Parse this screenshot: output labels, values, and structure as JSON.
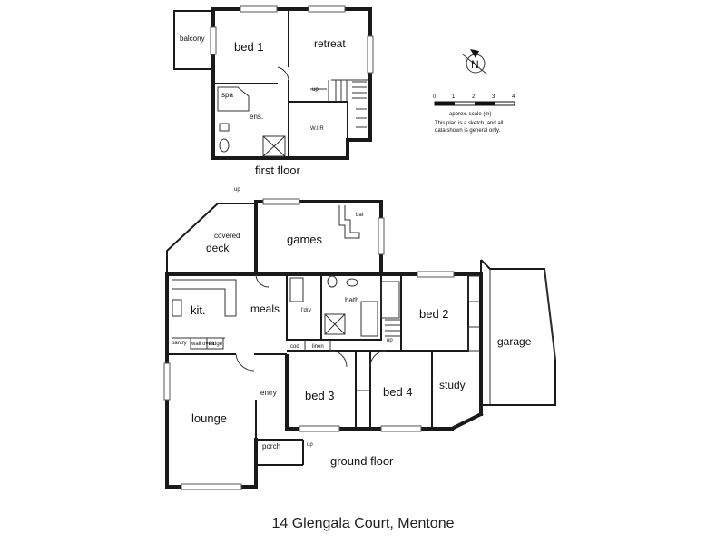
{
  "address": "14 Glengala Court, Mentone",
  "floors": {
    "first_floor_label": "first floor",
    "ground_floor_label": "ground floor"
  },
  "first_floor_rooms": {
    "balcony": "balcony",
    "bed1": "bed 1",
    "retreat": "retreat",
    "spa": "spa",
    "ens": "ens.",
    "wir": "W.I.R",
    "up": "up"
  },
  "ground_floor_rooms": {
    "covered_deck_line1": "covered",
    "covered_deck_line2": "deck",
    "games": "games",
    "bar": "bar",
    "kit": "kit.",
    "meals": "meals",
    "pantry": "pantry",
    "wall_oven": "wall oven",
    "fridge": "fridge",
    "ldry": "l'dry",
    "bath": "bath",
    "bed2": "bed 2",
    "cod": "cod",
    "linen": "linen",
    "bed3": "bed 3",
    "bed4": "bed 4",
    "study": "study",
    "garage": "garage",
    "entry": "entry",
    "lounge": "lounge",
    "porch": "porch",
    "up_porch": "up",
    "up_deck": "up",
    "up_hall": "up"
  },
  "scale": {
    "ticks": [
      "0",
      "1",
      "2",
      "3",
      "4"
    ],
    "caption": "approx. scale (m)",
    "note_line1": "This plan is a sketch, and all",
    "note_line2": "data shown is general only."
  },
  "compass": {
    "letter": "N"
  }
}
